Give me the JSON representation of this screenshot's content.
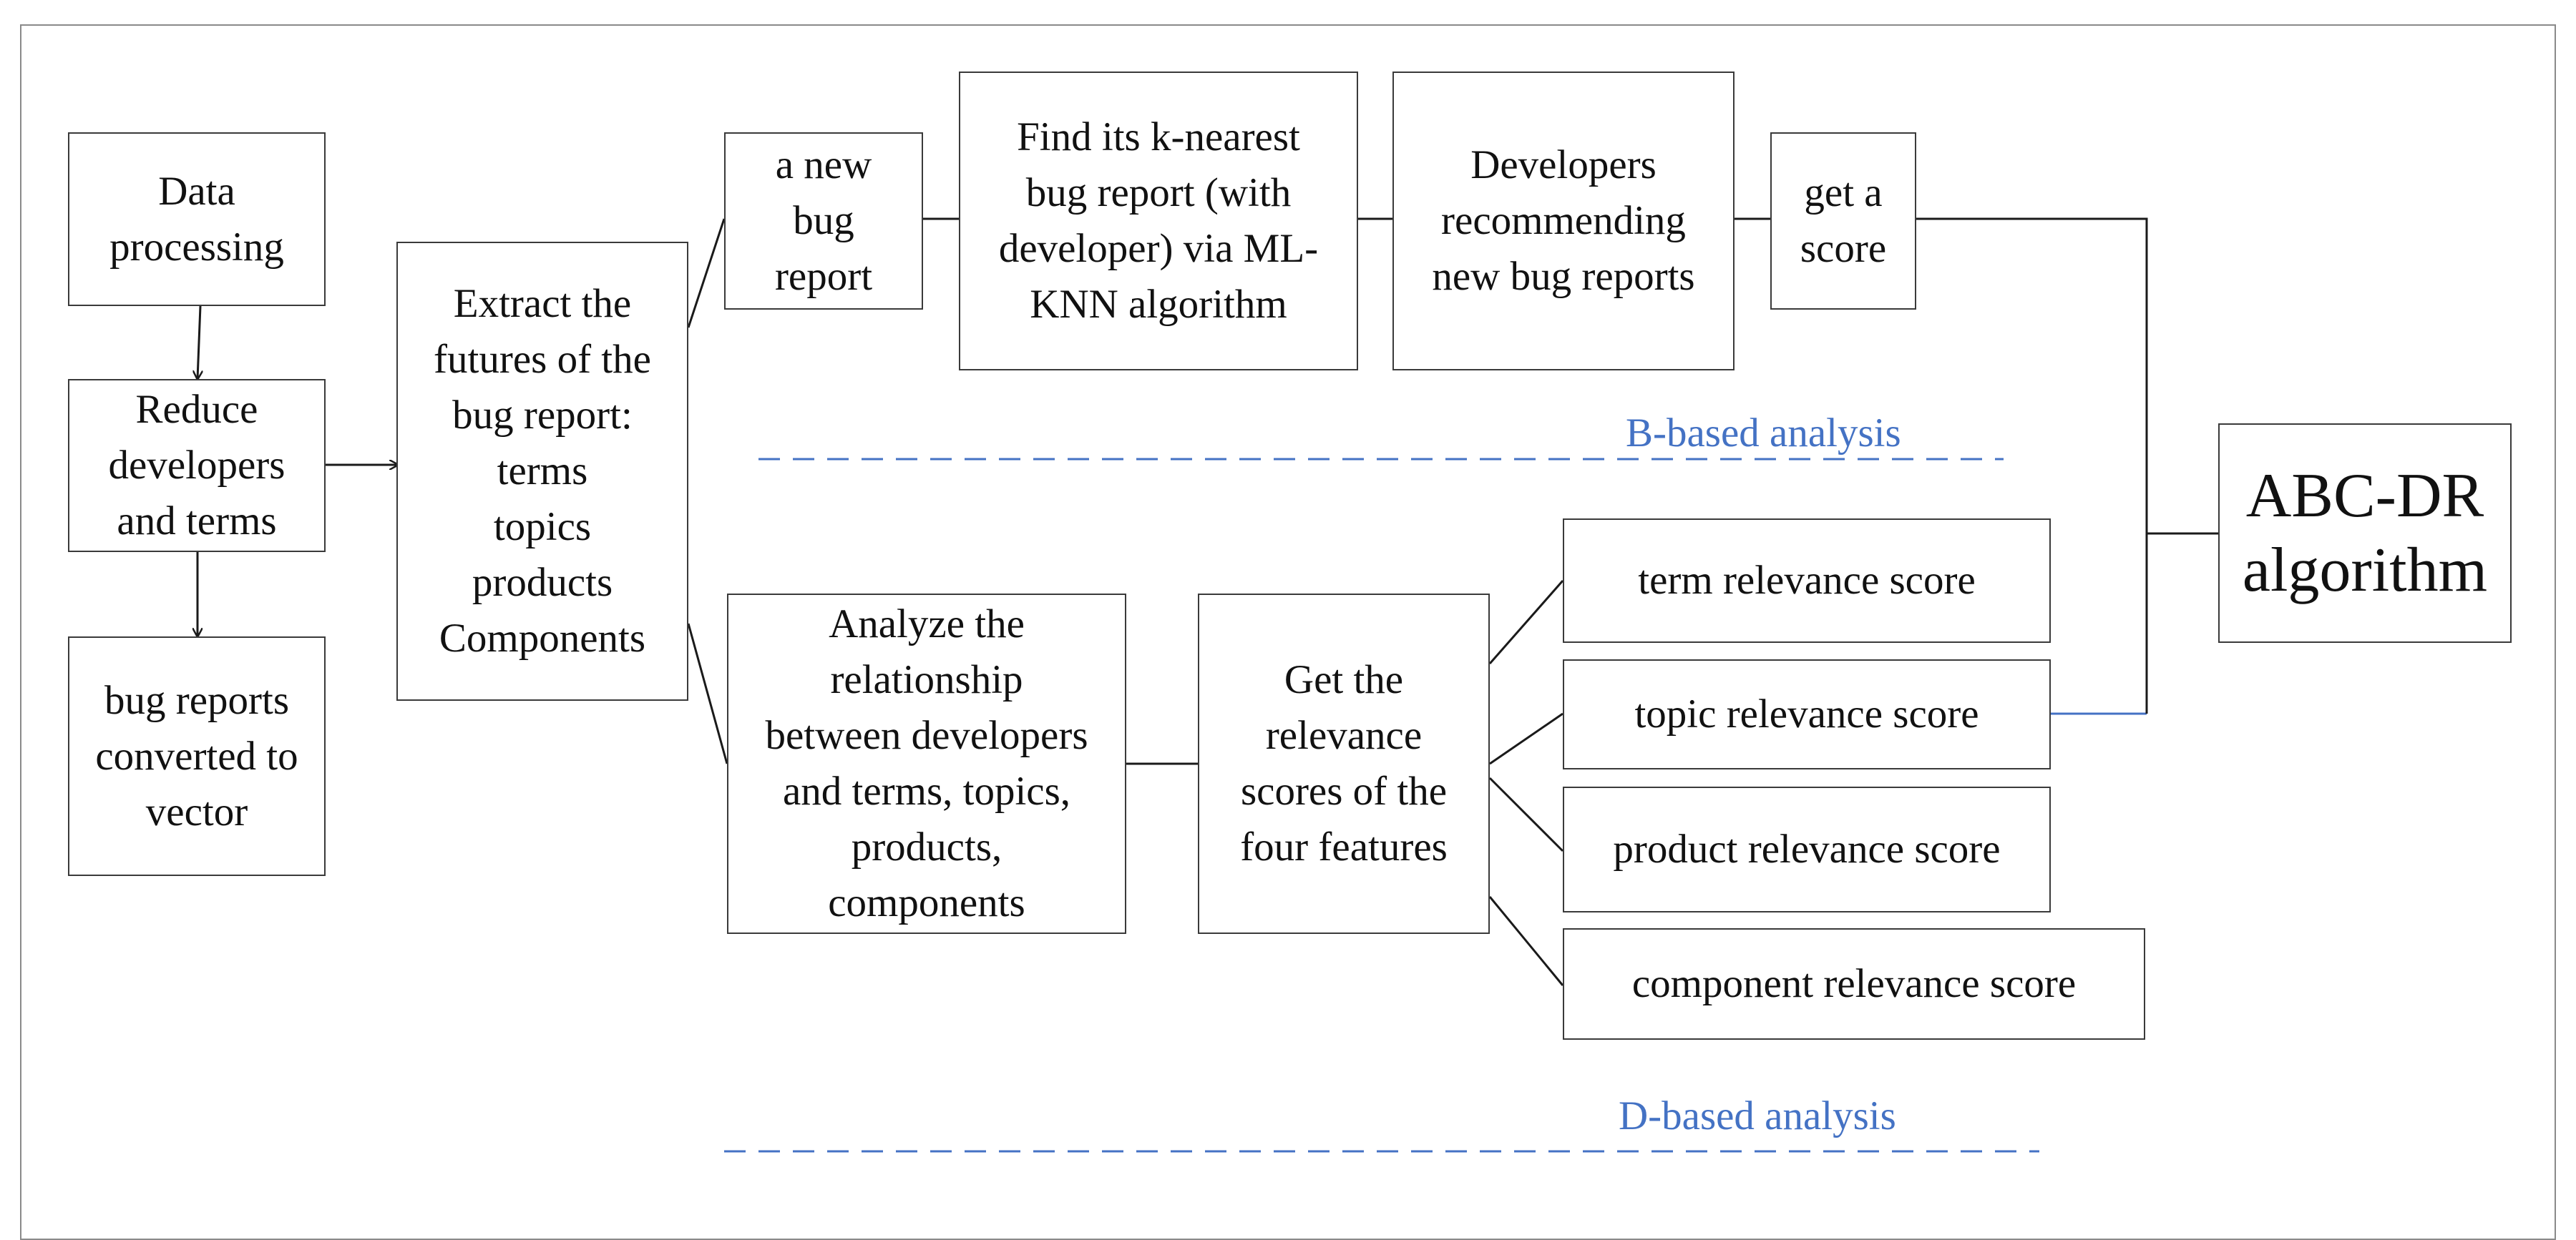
{
  "boxes": {
    "data_processing": "Data\nprocessing",
    "reduce_developers_terms": "Reduce\ndevelopers\nand terms",
    "bug_reports_vector": "bug reports\nconverted to\nvector",
    "extract_features": "Extract the\nfutures of the\nbug report:\nterms\ntopics\nproducts\nComponents",
    "new_bug_report": "a new\nbug\nreport",
    "find_knn": "Find its k-nearest\nbug report (with\ndeveloper) via ML-\nKNN algorithm",
    "developers_recommending": "Developers\nrecommending\nnew bug reports",
    "get_score": "get a\nscore",
    "analyze_relationship": "Analyze the\nrelationship\nbetween developers\nand terms, topics,\nproducts,\ncomponents",
    "get_relevance_scores": "Get the\nrelevance\nscores of the\nfour features",
    "term_relevance": "term relevance score",
    "topic_relevance": "topic relevance score",
    "product_relevance": "product relevance score",
    "component_relevance": "component relevance score",
    "abc_dr": "ABC-DR\nalgorithm"
  },
  "labels": {
    "b_based": "B-based analysis",
    "d_based": "D-based analysis"
  },
  "colors": {
    "line": "#1a1a1a",
    "accent_blue": "#4472c4",
    "box_border": "#3a3a3a"
  }
}
